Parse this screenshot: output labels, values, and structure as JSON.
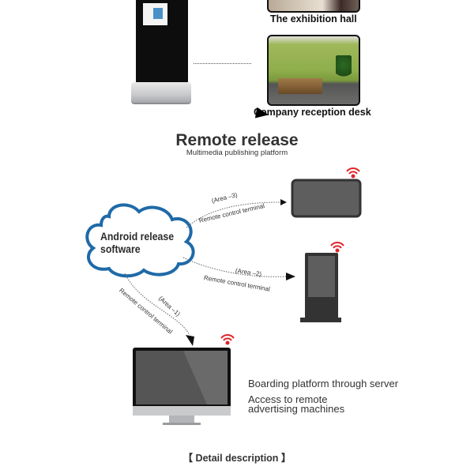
{
  "top_section": {
    "captions": {
      "exhibition_hall": "The exhibition hall",
      "reception_desk": "Company reception desk"
    }
  },
  "remote_release": {
    "title": "Remote release",
    "subtitle": "Multimedia publishing platform"
  },
  "diagram": {
    "cloud_label_line1": "Android release",
    "cloud_label_line2": "software",
    "links": [
      {
        "area": "(Area –3)",
        "label": "Remote control terminal",
        "target": "tablet-display"
      },
      {
        "area": "(Area –2)",
        "label": "Remote control terminal",
        "target": "floor-kiosk"
      },
      {
        "area": "(Area –1)",
        "label": "Remote control terminal",
        "target": "desktop-monitor"
      }
    ],
    "colors": {
      "cloud_stroke": "#1f6aa8",
      "wifi": "#e0242b",
      "device_body": "#333333",
      "device_screen": "#5e5e5e"
    }
  },
  "server_text": {
    "line1": "Boarding platform through server",
    "line2a": "Access to remote",
    "line2b": "advertising machines"
  },
  "footer": {
    "detail_label": "【 Detail description 】"
  }
}
